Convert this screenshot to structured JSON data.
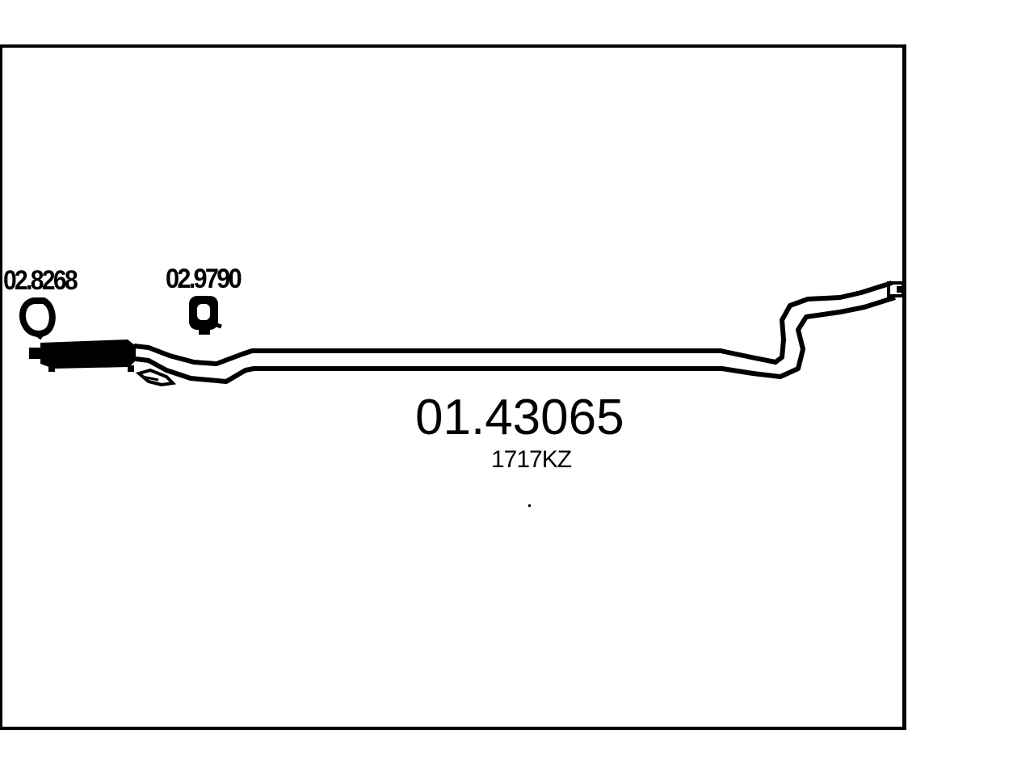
{
  "diagram": {
    "part_number": "01.43065",
    "part_code": "1717KZ",
    "callouts": [
      {
        "id": "gasket",
        "label": "02.8268"
      },
      {
        "id": "hanger",
        "label": "02.9790"
      }
    ],
    "colors": {
      "line": "#000000",
      "background": "#ffffff"
    }
  }
}
